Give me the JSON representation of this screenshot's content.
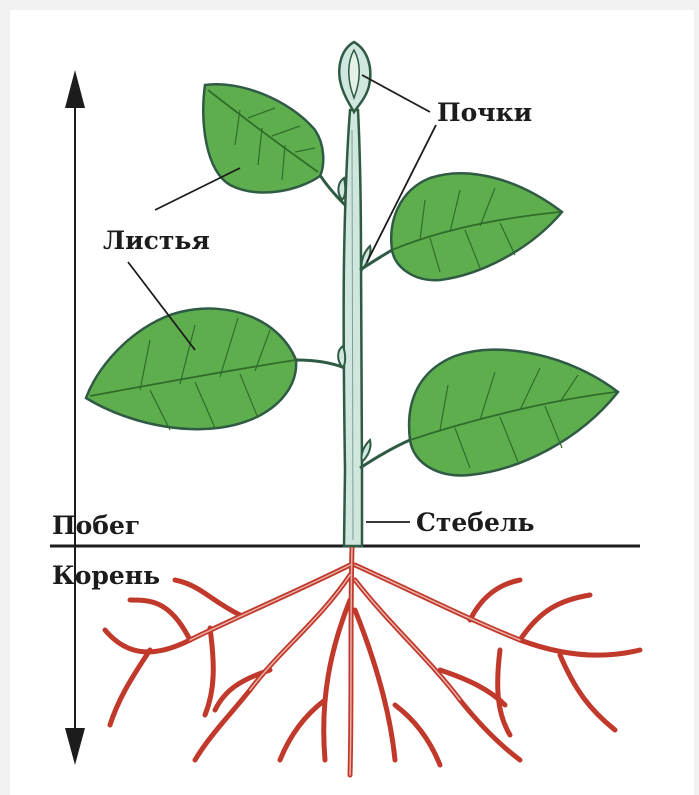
{
  "labels": {
    "buds": "Почки",
    "leaves": "Листья",
    "shoot": "Побег",
    "stem": "Стебель",
    "root": "Корень"
  },
  "colors": {
    "leaf_fill": "#5fae4e",
    "leaf_light": "#8fcc72",
    "leaf_vein": "#2f6e2a",
    "stem_fill": "#cfe7df",
    "stem_outline": "#2f5a44",
    "root_color": "#c0392b",
    "root_core": "#e8b0a8",
    "ink": "#1c1c1c"
  }
}
